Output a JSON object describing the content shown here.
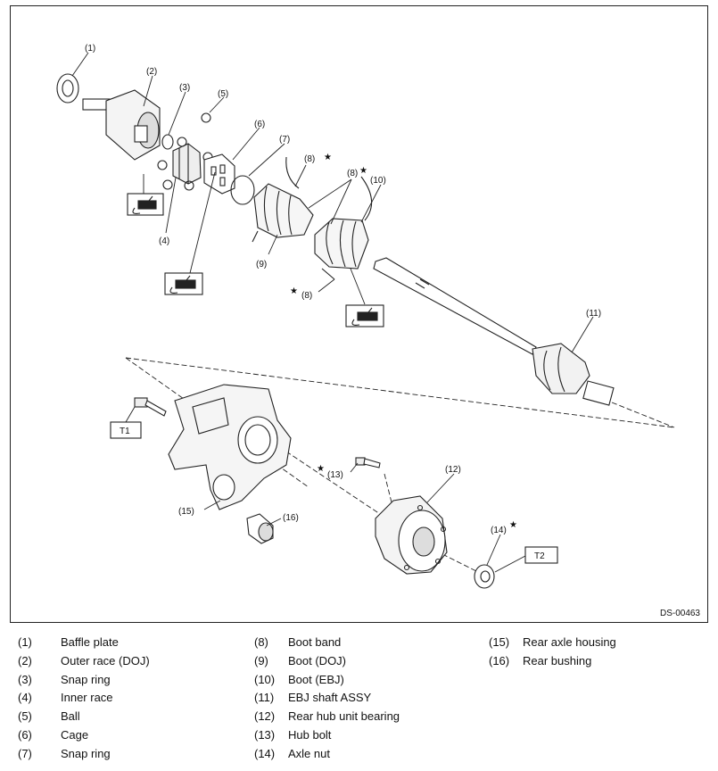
{
  "figure_code": "DS-00463",
  "callouts": {
    "n1": "(1)",
    "n2": "(2)",
    "n3": "(3)",
    "n4": "(4)",
    "n5": "(5)",
    "n6": "(6)",
    "n7": "(7)",
    "n8a": "(8)",
    "n8b": "(8)",
    "n8c": "(8)",
    "n9": "(9)",
    "n10": "(10)",
    "n11": "(11)",
    "n12": "(12)",
    "n13": "(13)",
    "n14": "(14)",
    "n15": "(15)",
    "n16": "(16)",
    "t1": "T1",
    "t2": "T2",
    "star": "★"
  },
  "legend": [
    [
      {
        "num": "(1)",
        "text": "Baffle plate"
      },
      {
        "num": "(2)",
        "text": "Outer race (DOJ)"
      },
      {
        "num": "(3)",
        "text": "Snap ring"
      },
      {
        "num": "(4)",
        "text": "Inner race"
      },
      {
        "num": "(5)",
        "text": "Ball"
      },
      {
        "num": "(6)",
        "text": "Cage"
      },
      {
        "num": "(7)",
        "text": "Snap ring"
      }
    ],
    [
      {
        "num": "(8)",
        "text": "Boot band"
      },
      {
        "num": "(9)",
        "text": "Boot (DOJ)"
      },
      {
        "num": "(10)",
        "text": "Boot (EBJ)"
      },
      {
        "num": "(11)",
        "text": "EBJ shaft ASSY"
      },
      {
        "num": "(12)",
        "text": "Rear hub unit bearing"
      },
      {
        "num": "(13)",
        "text": "Hub bolt"
      },
      {
        "num": "(14)",
        "text": "Axle nut"
      }
    ],
    [
      {
        "num": "(15)",
        "text": "Rear axle housing"
      },
      {
        "num": "(16)",
        "text": "Rear bushing"
      }
    ]
  ]
}
